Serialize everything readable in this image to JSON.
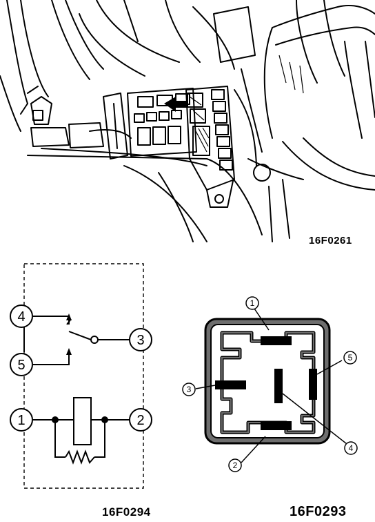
{
  "figures": {
    "engine_bay": {
      "code": "16F0261"
    },
    "relay_schematic": {
      "code": "16F0294",
      "terminals": [
        "4",
        "5",
        "1",
        "3",
        "2"
      ]
    },
    "relay_connector": {
      "code": "16F0293",
      "pins": [
        "1",
        "3",
        "5",
        "2",
        "4"
      ]
    }
  },
  "colors": {
    "ink": "#000000",
    "paper": "#ffffff",
    "shade": "#6e6e6e"
  }
}
